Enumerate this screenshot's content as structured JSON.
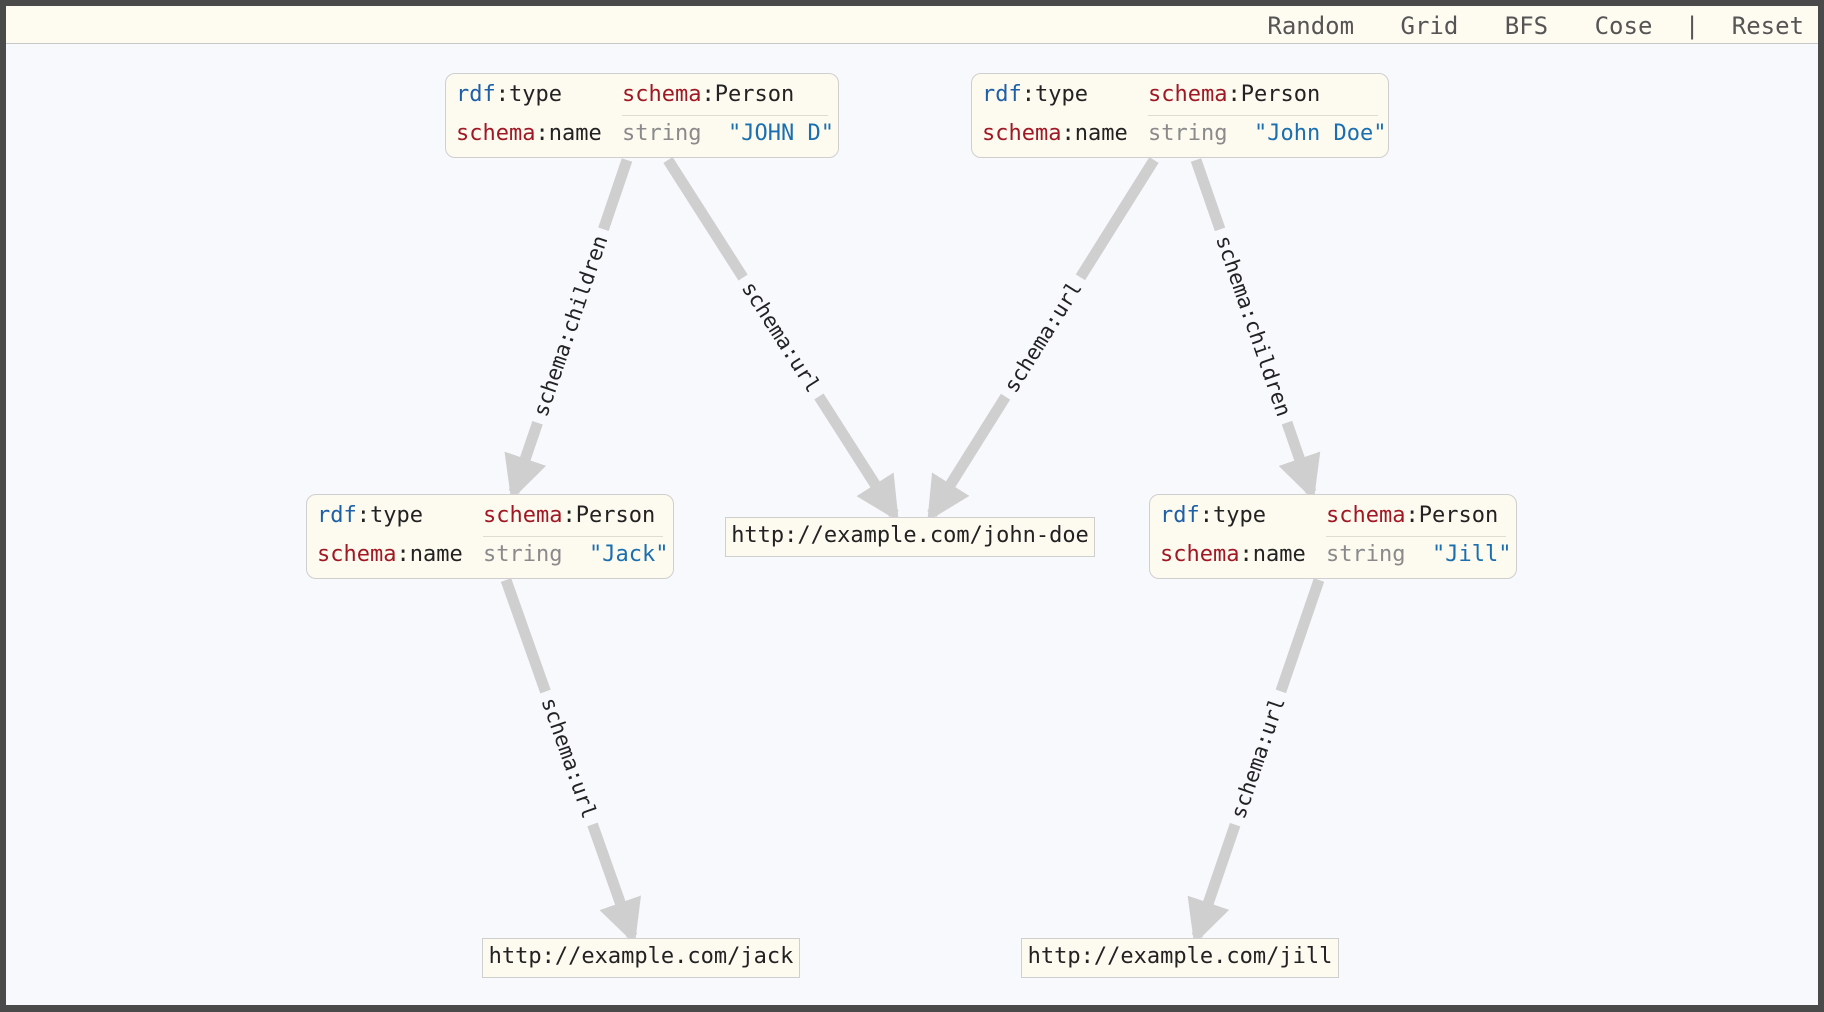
{
  "toolbar": {
    "items": [
      "Random",
      "Grid",
      "BFS",
      "Cose",
      "Reset"
    ],
    "separator": "|"
  },
  "nodes": [
    {
      "id": "john_d",
      "type_prefix": "rdf",
      "type_local": ":type",
      "class_prefix": "schema",
      "class_local": ":Person",
      "name_prefix": "schema",
      "name_local": ":name",
      "datatype": "string",
      "value": "\"JOHN D\""
    },
    {
      "id": "john_doe",
      "type_prefix": "rdf",
      "type_local": ":type",
      "class_prefix": "schema",
      "class_local": ":Person",
      "name_prefix": "schema",
      "name_local": ":name",
      "datatype": "string",
      "value": "\"John Doe\""
    },
    {
      "id": "jack",
      "type_prefix": "rdf",
      "type_local": ":type",
      "class_prefix": "schema",
      "class_local": ":Person",
      "name_prefix": "schema",
      "name_local": ":name",
      "datatype": "string",
      "value": "\"Jack\""
    },
    {
      "id": "jill",
      "type_prefix": "rdf",
      "type_local": ":type",
      "class_prefix": "schema",
      "class_local": ":Person",
      "name_prefix": "schema",
      "name_local": ":name",
      "datatype": "string",
      "value": "\"Jill\""
    }
  ],
  "iris": [
    {
      "id": "iri_john_doe",
      "label": "http://example.com/john-doe"
    },
    {
      "id": "iri_jack",
      "label": "http://example.com/jack"
    },
    {
      "id": "iri_jill",
      "label": "http://example.com/jill"
    }
  ],
  "edges": [
    {
      "from": "john_d",
      "to": "jack",
      "label": "schema:children"
    },
    {
      "from": "john_d",
      "to": "iri_john_doe",
      "label": "schema:url"
    },
    {
      "from": "john_doe",
      "to": "iri_john_doe",
      "label": "schema:url"
    },
    {
      "from": "john_doe",
      "to": "jill",
      "label": "schema:children"
    },
    {
      "from": "jack",
      "to": "iri_jack",
      "label": "schema:url"
    },
    {
      "from": "jill",
      "to": "iri_jill",
      "label": "schema:url"
    }
  ],
  "colors": {
    "edge": "#cfcfcf",
    "rdf_prefix": "#1d5fa8",
    "schema_prefix": "#a01824",
    "literal": "#1a6fb0",
    "datatype": "#8a8a8a"
  }
}
